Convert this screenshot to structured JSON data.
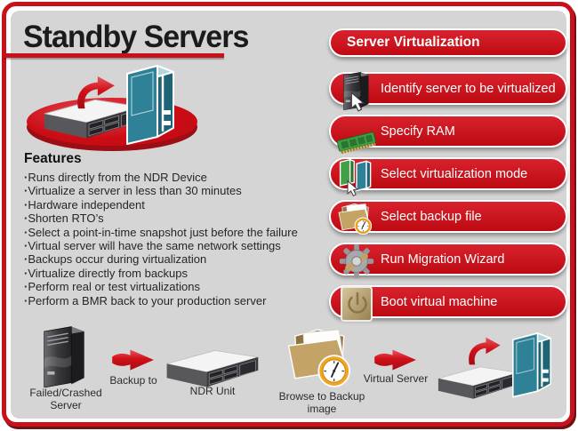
{
  "title": "Standby Servers",
  "features": {
    "heading": "Features",
    "items": [
      "Runs directly from the NDR Device",
      "Virtualize a server in less than 30 minutes",
      "Hardware independent",
      "Shorten RTO’s",
      "Select a point-in-time snapshot just before the failure",
      "Virtual server will have the same network settings",
      "Backups occur during virtualization",
      "Virtualize directly from backups",
      "Perform real or test virtualizations",
      "Perform a BMR back to your production server"
    ]
  },
  "panel": {
    "title": "Server Virtualization",
    "steps": [
      {
        "label": "Identify server to be virtualized",
        "icon": "server-cursor-icon"
      },
      {
        "label": "Specify RAM",
        "icon": "ram-icon"
      },
      {
        "label": "Select virtualization mode",
        "icon": "virtualization-mode-icon"
      },
      {
        "label": "Select backup file",
        "icon": "folder-clock-icon"
      },
      {
        "label": "Run Migration Wizard",
        "icon": "gear-wrench-icon"
      },
      {
        "label": "Boot virtual machine",
        "icon": "power-box-icon"
      }
    ]
  },
  "flow": {
    "source_label": "Failed/Crashed Server",
    "arrow1_label": "Backup to",
    "ndr_label": "NDR Unit",
    "browse_label": "Browse to Backup image",
    "arrow2_label": "Virtual Server",
    "icons": [
      "tower-server-icon",
      "right-arrow-icon",
      "rack-server-icon",
      "folder-clock-icon",
      "right-arrow-icon",
      "virtualized-server-icon"
    ]
  },
  "colors": {
    "accent_red": "#c9111c",
    "dark_red": "#6f1014",
    "panel_gray": "#d5d5d6",
    "teal_server": "#2e8196",
    "folder_tan": "#c3a466",
    "ram_green": "#3fa045",
    "text_dark": "#1b1b1b",
    "white": "#ffffff"
  }
}
